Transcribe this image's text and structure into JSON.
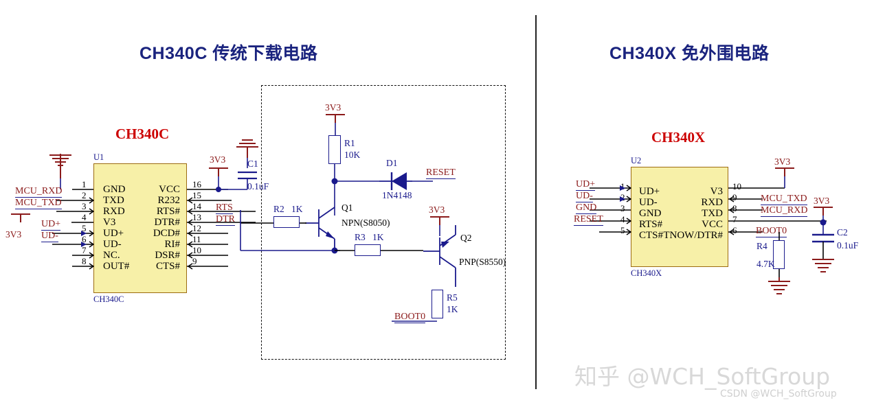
{
  "page": {
    "left_title": "CH340C 传统下载电路",
    "right_title": "CH340X 免外围电路"
  },
  "left_circuit": {
    "chip_red_label": "CH340C",
    "refdes": "U1",
    "footprint": "CH340C",
    "left_pins": [
      {
        "num": "1",
        "name": "GND"
      },
      {
        "num": "2",
        "name": "TXD"
      },
      {
        "num": "3",
        "name": "RXD"
      },
      {
        "num": "4",
        "name": "V3"
      },
      {
        "num": "5",
        "name": "UD+"
      },
      {
        "num": "6",
        "name": "UD-"
      },
      {
        "num": "7",
        "name": "NC."
      },
      {
        "num": "8",
        "name": "OUT#"
      }
    ],
    "right_pins": [
      {
        "num": "16",
        "name": "VCC"
      },
      {
        "num": "15",
        "name": "R232"
      },
      {
        "num": "14",
        "name": "RTS#"
      },
      {
        "num": "13",
        "name": "DTR#"
      },
      {
        "num": "12",
        "name": "DCD#"
      },
      {
        "num": "11",
        "name": "RI#"
      },
      {
        "num": "10",
        "name": "DSR#"
      },
      {
        "num": "9",
        "name": "CTS#"
      }
    ],
    "net_mcu_rxd": "MCU_RXD",
    "net_mcu_txd": "MCU_TXD",
    "net_udp": "UD+",
    "net_udn": "UD-",
    "gnd_3v3_label": "3V3",
    "vcc_3v3_label": "3V3",
    "net_rts": "RTS",
    "net_dtr": "DTR",
    "c1": {
      "ref": "C1",
      "value": "0.1uF"
    },
    "r1": {
      "ref": "R1",
      "value": "10K",
      "rail": "3V3"
    },
    "d1": {
      "ref": "D1",
      "value": "1N4148",
      "net": "RESET"
    },
    "q1": {
      "ref": "Q1",
      "value": "NPN(S8050)"
    },
    "r2": {
      "ref": "R2",
      "value": "1K"
    },
    "r3": {
      "ref": "R3",
      "value": "1K"
    },
    "q2": {
      "ref": "Q2",
      "value": "PNP(S8550)",
      "rail": "3V3"
    },
    "r5": {
      "ref": "R5",
      "value": "1K",
      "net": "BOOT0"
    }
  },
  "right_circuit": {
    "chip_red_label": "CH340X",
    "refdes": "U2",
    "footprint": "CH340X",
    "left_pins": [
      {
        "num": "1",
        "name": "UD+"
      },
      {
        "num": "2",
        "name": "UD-"
      },
      {
        "num": "3",
        "name": "GND"
      },
      {
        "num": "4",
        "name": "RTS#"
      },
      {
        "num": "5",
        "name": "CTS#"
      }
    ],
    "right_pins": [
      {
        "num": "10",
        "name": "V3"
      },
      {
        "num": "9",
        "name": "RXD"
      },
      {
        "num": "8",
        "name": "TXD"
      },
      {
        "num": "7",
        "name": "VCC"
      },
      {
        "num": "6",
        "name": "TNOW/DTR#"
      }
    ],
    "in_labels": [
      "UD+",
      "UD-",
      "GND",
      "RESET"
    ],
    "rail_top": "3V3",
    "rail_c2": "3V3",
    "net_mcu_txd": "MCU_TXD",
    "net_mcu_rxd": "MCU_RXD",
    "net_boot0": "BOOT0",
    "r4": {
      "ref": "R4",
      "value": "4.7K"
    },
    "c2": {
      "ref": "C2",
      "value": "0.1uF"
    }
  },
  "watermarks": {
    "primary": "知乎 @WCH_SoftGroup",
    "secondary": "CSDN @WCH_SoftGroup"
  },
  "colors": {
    "title": "#1a237e",
    "chip_fill": "#f7f0a8",
    "chip_border": "#9c6b10",
    "net_label": "#8b1a1a",
    "value": "#1a1a8c",
    "red_label": "#cc0000"
  }
}
